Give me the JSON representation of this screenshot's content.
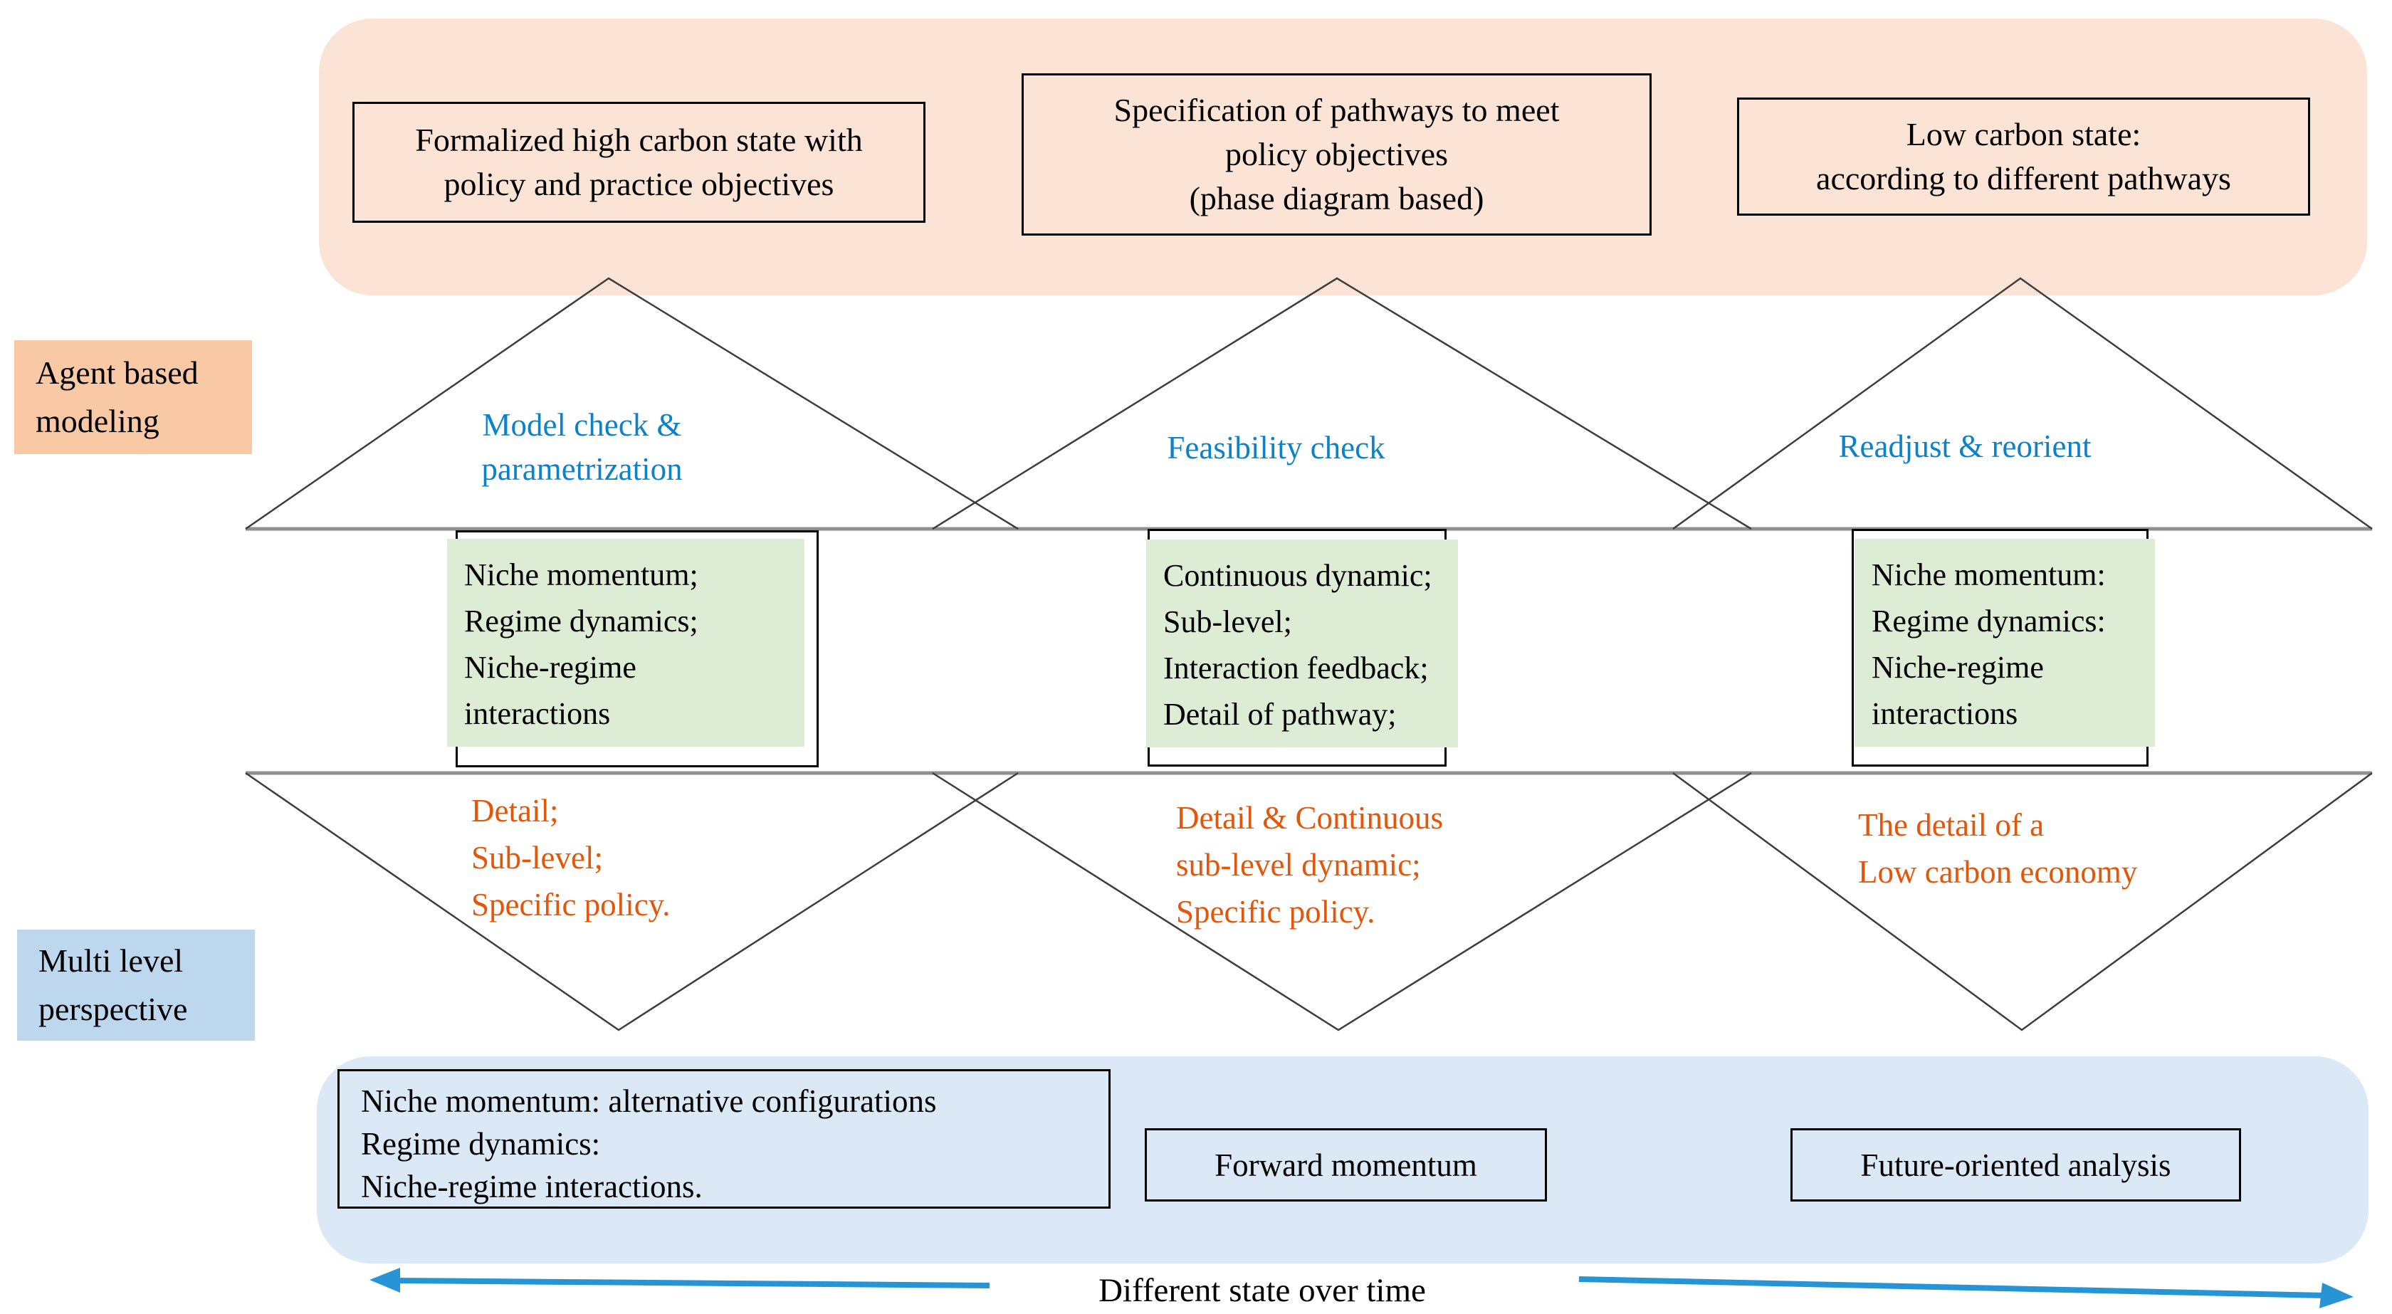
{
  "title": "Agent based modeling / Multi level perspective transition diagram",
  "colors": {
    "peach_panel": "#fbe3d5",
    "abm_label_bg": "#f8c9a4",
    "mlp_label_bg": "#bdd7ee",
    "blue_panel": "#dae9f5",
    "green_box_bg": "#ddecd4",
    "blue_text": "#0d82c8",
    "orange_text": "#e4570a",
    "arrow_blue": "#2795d5",
    "band_line_gray": "#8f8f8f",
    "triangle_line": "#3d3d3d"
  },
  "top_panel": {
    "boxes": [
      "Formalized high carbon state with\npolicy and practice objectives",
      "Specification of pathways to meet\npolicy objectives\n(phase diagram based)",
      "Low carbon state:\naccording to different pathways"
    ]
  },
  "side_labels": {
    "abm": "Agent based\nmodeling",
    "mlp": "Multi level\nperspective"
  },
  "columns": [
    {
      "upper_label": "Model check &\nparametrization",
      "green_box": "Niche momentum;\nRegime dynamics;\nNiche-regime\ninteractions",
      "lower_label": "Detail;\nSub-level;\nSpecific policy."
    },
    {
      "upper_label": "Feasibility check",
      "green_box": "Continuous dynamic;\nSub-level;\nInteraction feedback;\nDetail of pathway;",
      "lower_label": "Detail & Continuous\nsub-level dynamic;\nSpecific policy."
    },
    {
      "upper_label": "Readjust & reorient",
      "green_box": "Niche momentum:\nRegime dynamics:\nNiche-regime\ninteractions",
      "lower_label": "The detail of a\nLow carbon economy"
    }
  ],
  "bottom_panel": {
    "boxes": [
      "Niche momentum: alternative configurations\nRegime dynamics:\nNiche-regime interactions.",
      "Forward momentum",
      "Future-oriented analysis"
    ]
  },
  "footer": {
    "caption": "Different state over time"
  }
}
